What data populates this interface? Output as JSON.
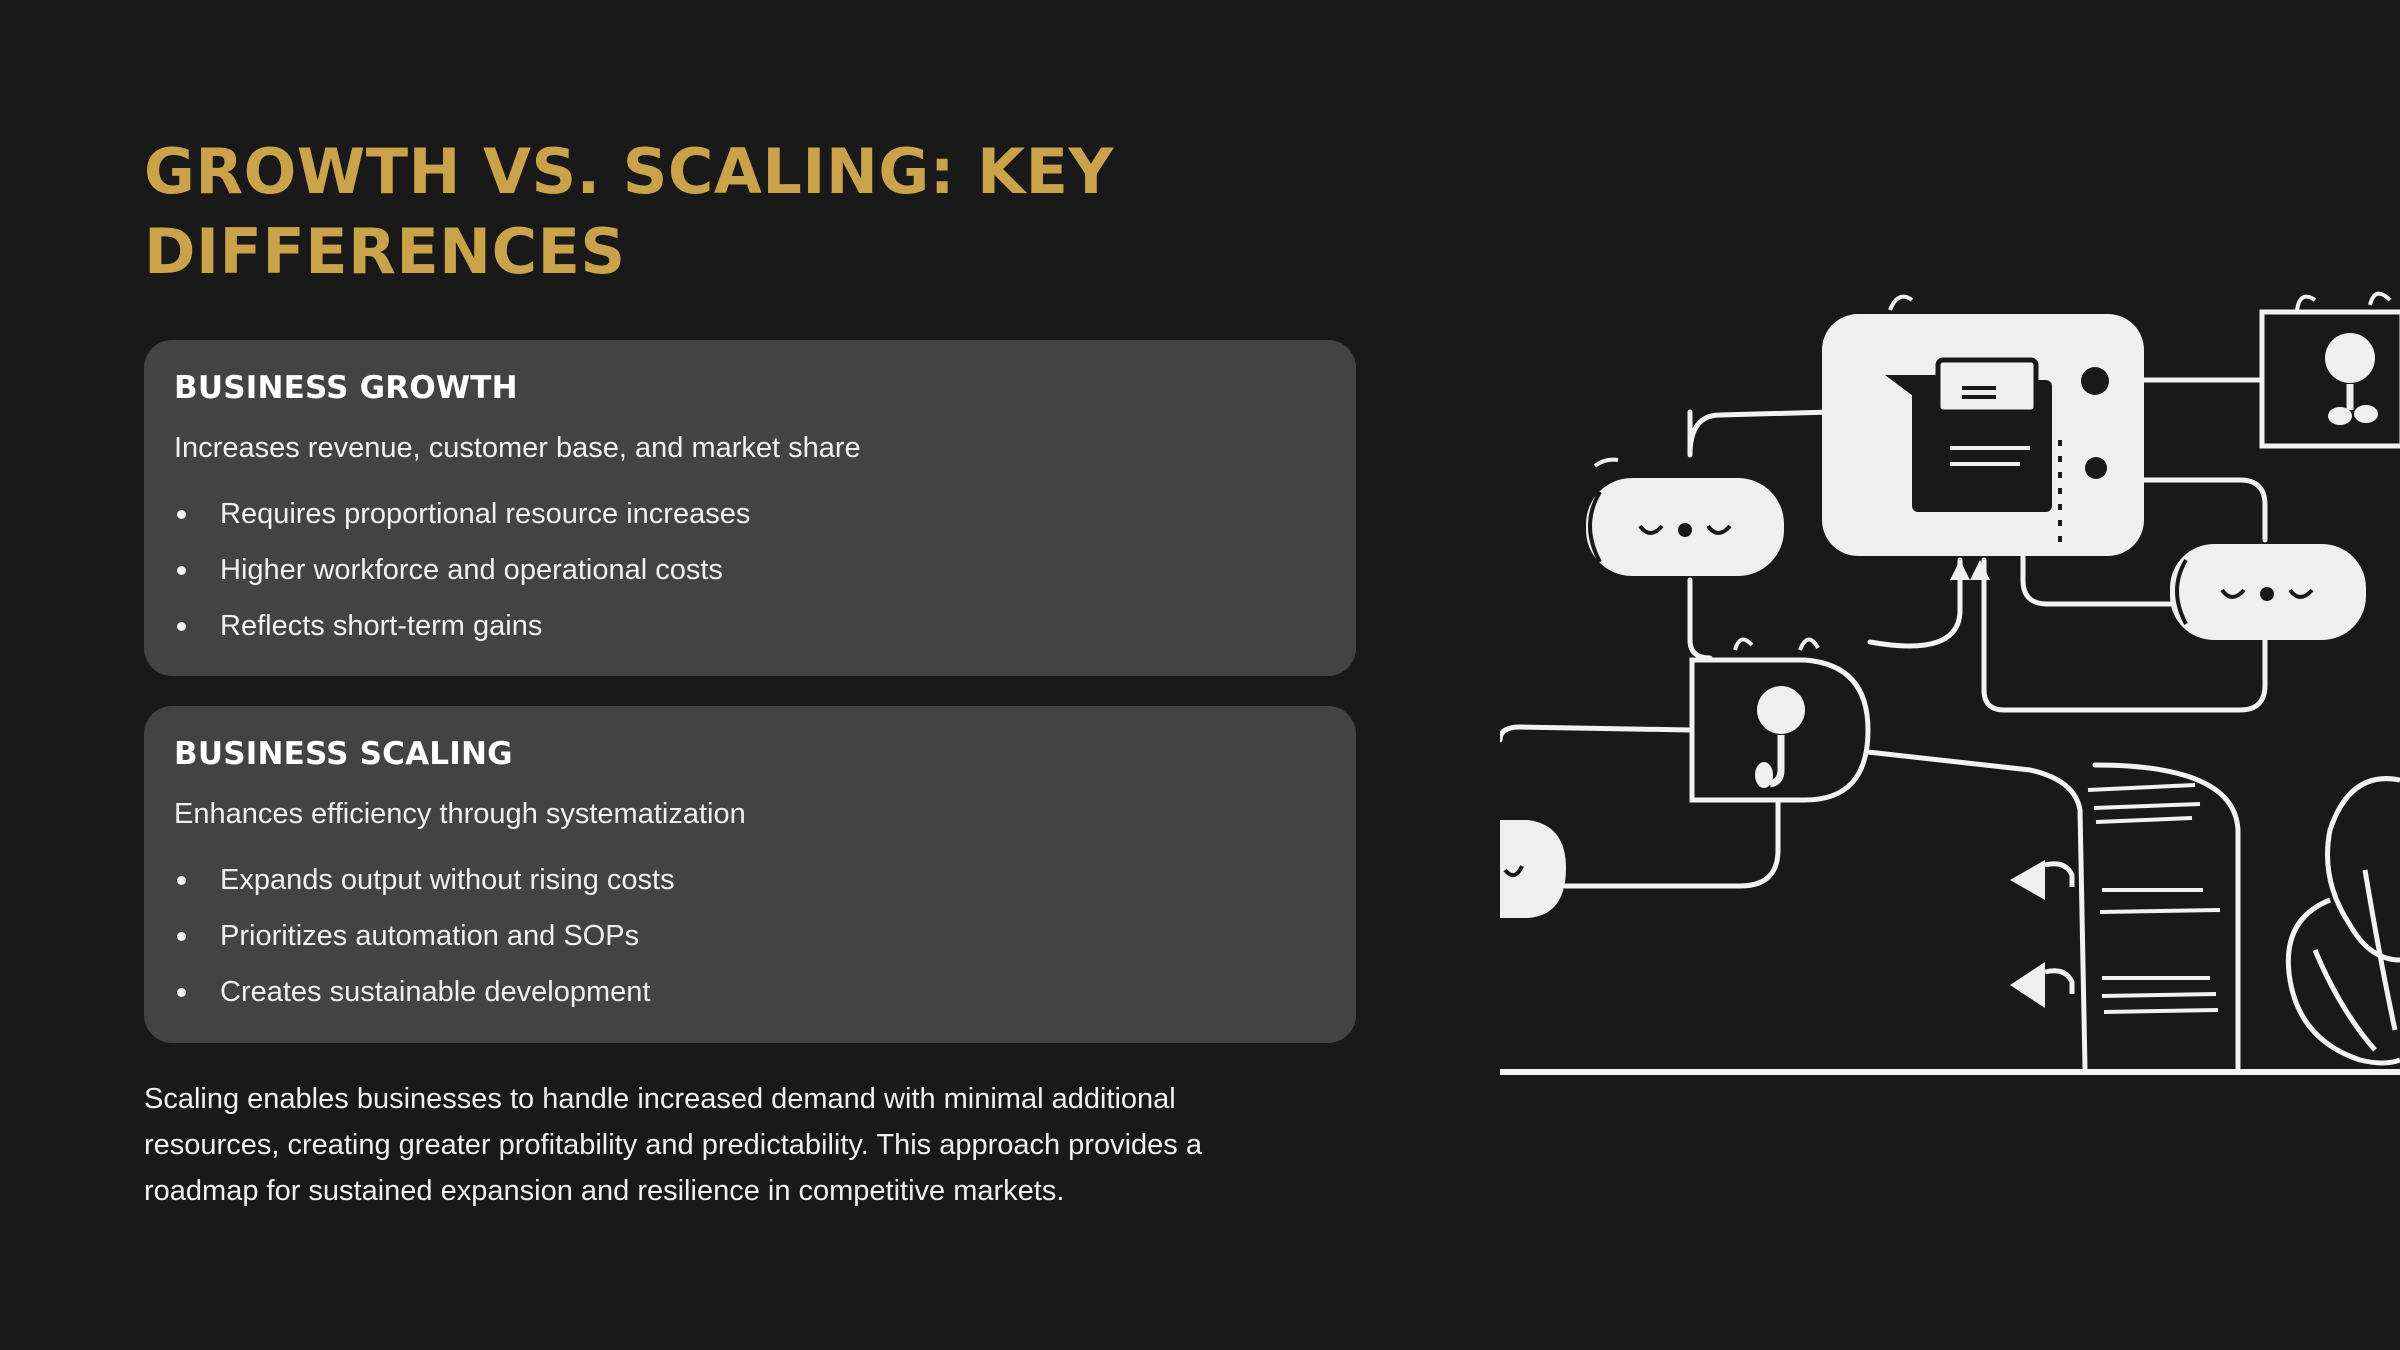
{
  "title": "GROWTH VS. SCALING: KEY DIFFERENCES",
  "growth": {
    "heading": "BUSINESS GROWTH",
    "subtitle": "Increases revenue, customer base, and market share",
    "bullets": [
      "Requires proportional resource increases",
      "Higher workforce and operational costs",
      "Reflects short-term gains"
    ]
  },
  "scaling": {
    "heading": "BUSINESS SCALING",
    "subtitle": "Enhances efficiency through systematization",
    "bullets": [
      "Expands output without rising costs",
      "Prioritizes automation and SOPs",
      "Creates sustainable development"
    ]
  },
  "summary": "Scaling enables businesses to handle increased demand with minimal additional resources, creating greater profitability and predictability. This approach provides a roadmap for sustained expansion and resilience in competitive markets.",
  "colors": {
    "background": "#191919",
    "accent": "#c9a24a",
    "card": "#434343",
    "text": "#f0f0f0"
  },
  "illustration": {
    "icons": [
      "chat-bubble-icon",
      "document-icon",
      "robot-plug-icon",
      "plant-icon"
    ]
  }
}
